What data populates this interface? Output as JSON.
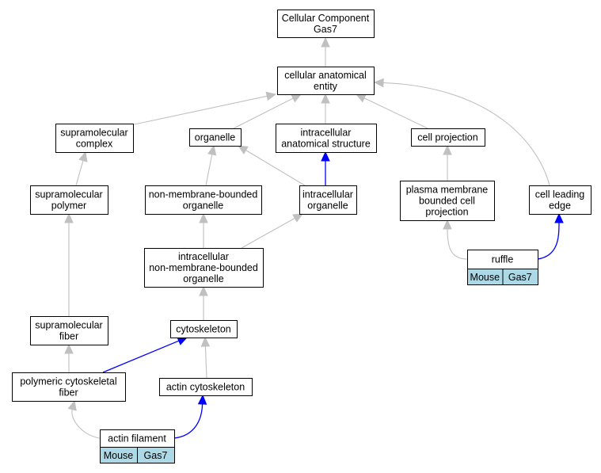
{
  "colors": {
    "edge_gray": "#c0c0c0",
    "edge_blue": "#0000ff",
    "node_border": "#000000",
    "node_fill": "#ffffff",
    "table_cell_fill": "#add8e6"
  },
  "nodes": {
    "root": [
      "Cellular Component",
      "Gas7"
    ],
    "cellular_anatomical_entity": [
      "cellular anatomical",
      "entity"
    ],
    "supramolecular_complex": [
      "supramolecular",
      "complex"
    ],
    "organelle": [
      "organelle"
    ],
    "intracellular_anatomical_structure": [
      "intracellular",
      "anatomical structure"
    ],
    "cell_projection": [
      "cell projection"
    ],
    "supramolecular_polymer": [
      "supramolecular",
      "polymer"
    ],
    "non_membrane_bounded_organelle": [
      "non-membrane-bounded",
      "organelle"
    ],
    "intracellular_organelle": [
      "intracellular",
      "organelle"
    ],
    "plasma_membrane_bounded_cell_projection": [
      "plasma membrane",
      "bounded cell",
      "projection"
    ],
    "cell_leading_edge": [
      "cell leading",
      "edge"
    ],
    "intracellular_non_membrane_bounded_organelle": [
      "intracellular",
      "non-membrane-bounded",
      "organelle"
    ],
    "ruffle": [
      "ruffle"
    ],
    "supramolecular_fiber": [
      "supramolecular",
      "fiber"
    ],
    "cytoskeleton": [
      "cytoskeleton"
    ],
    "polymeric_cytoskeletal_fiber": [
      "polymeric cytoskeletal",
      "fiber"
    ],
    "actin_cytoskeleton": [
      "actin cytoskeleton"
    ],
    "actin_filament": [
      "actin filament"
    ]
  },
  "annotation_tables": {
    "ruffle": [
      "Mouse",
      "Gas7"
    ],
    "actin_filament": [
      "Mouse",
      "Gas7"
    ]
  },
  "edges": [
    {
      "from": "cellular_anatomical_entity",
      "to": "root",
      "color": "gray"
    },
    {
      "from": "supramolecular_complex",
      "to": "cellular_anatomical_entity",
      "color": "gray"
    },
    {
      "from": "organelle",
      "to": "cellular_anatomical_entity",
      "color": "gray"
    },
    {
      "from": "intracellular_anatomical_structure",
      "to": "cellular_anatomical_entity",
      "color": "gray"
    },
    {
      "from": "cell_projection",
      "to": "cellular_anatomical_entity",
      "color": "gray"
    },
    {
      "from": "cell_leading_edge",
      "to": "cellular_anatomical_entity",
      "color": "gray"
    },
    {
      "from": "supramolecular_polymer",
      "to": "supramolecular_complex",
      "color": "gray"
    },
    {
      "from": "non_membrane_bounded_organelle",
      "to": "organelle",
      "color": "gray"
    },
    {
      "from": "intracellular_organelle",
      "to": "organelle",
      "color": "gray"
    },
    {
      "from": "intracellular_organelle",
      "to": "intracellular_anatomical_structure",
      "color": "blue"
    },
    {
      "from": "plasma_membrane_bounded_cell_projection",
      "to": "cell_projection",
      "color": "gray"
    },
    {
      "from": "intracellular_non_membrane_bounded_organelle",
      "to": "non_membrane_bounded_organelle",
      "color": "gray"
    },
    {
      "from": "intracellular_non_membrane_bounded_organelle",
      "to": "intracellular_organelle",
      "color": "gray"
    },
    {
      "from": "ruffle",
      "to": "plasma_membrane_bounded_cell_projection",
      "color": "gray"
    },
    {
      "from": "ruffle",
      "to": "cell_leading_edge",
      "color": "blue"
    },
    {
      "from": "supramolecular_fiber",
      "to": "supramolecular_polymer",
      "color": "gray"
    },
    {
      "from": "cytoskeleton",
      "to": "intracellular_non_membrane_bounded_organelle",
      "color": "gray"
    },
    {
      "from": "polymeric_cytoskeletal_fiber",
      "to": "supramolecular_fiber",
      "color": "gray"
    },
    {
      "from": "polymeric_cytoskeletal_fiber",
      "to": "cytoskeleton",
      "color": "blue"
    },
    {
      "from": "actin_cytoskeleton",
      "to": "cytoskeleton",
      "color": "gray"
    },
    {
      "from": "actin_filament",
      "to": "polymeric_cytoskeletal_fiber",
      "color": "gray"
    },
    {
      "from": "actin_filament",
      "to": "actin_cytoskeleton",
      "color": "blue"
    }
  ]
}
